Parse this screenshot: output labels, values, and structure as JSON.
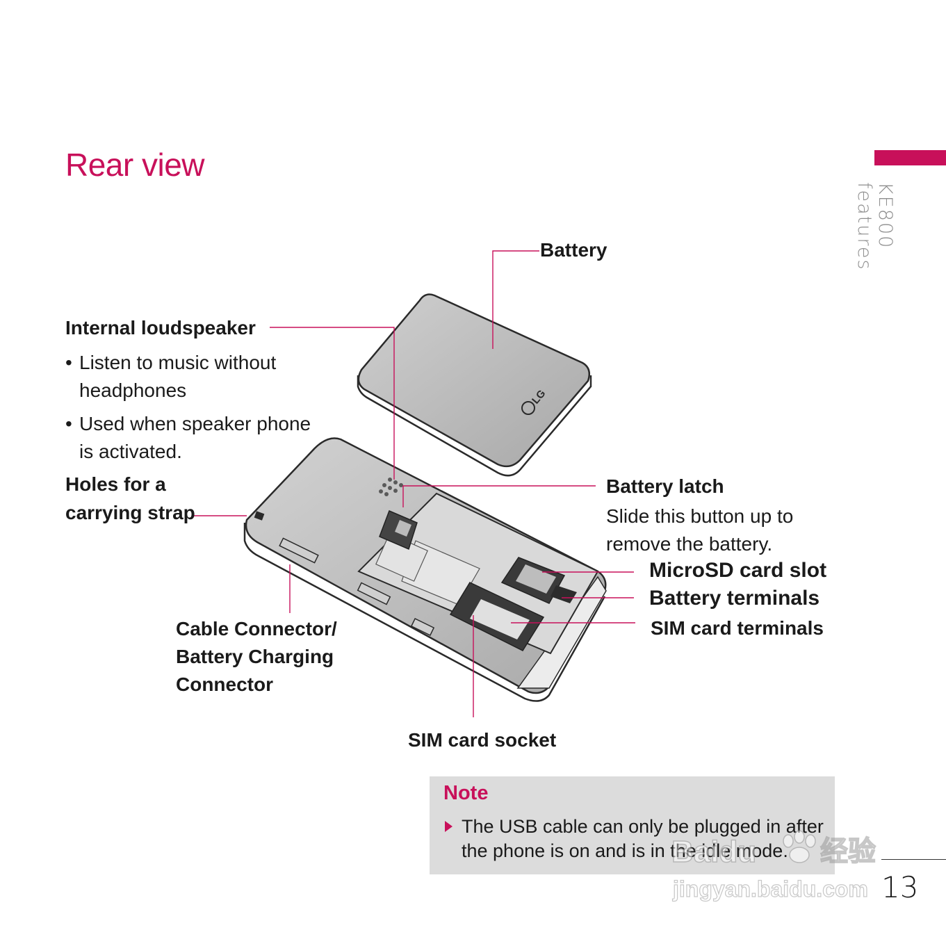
{
  "page": {
    "title": "Rear view",
    "side_tab": "KE800 features",
    "page_number": "13",
    "accent_color": "#c8105a"
  },
  "labels": {
    "battery": "Battery",
    "internal_loudspeaker": {
      "title": "Internal loudspeaker",
      "bullets": [
        "Listen to music without headphones",
        "Used when speaker phone is activated."
      ]
    },
    "holes_strap": [
      "Holes for a",
      "carrying strap"
    ],
    "battery_latch": {
      "title": "Battery latch",
      "desc": [
        "Slide this button up to",
        "remove the battery."
      ]
    },
    "microsd_slot": "MicroSD card slot",
    "battery_terminals": "Battery terminals",
    "sim_terminals": "SIM card terminals",
    "cable_connector": [
      "Cable Connector/",
      "Battery Charging",
      "Connector"
    ],
    "sim_socket": "SIM card socket",
    "battery_logo": "LG"
  },
  "note": {
    "title": "Note",
    "text": "The USB cable can only be plugged in after the phone is on and is in the idle mode."
  },
  "watermark": {
    "brand": "Baidu",
    "cn": "经验",
    "url": "jingyan.baidu.com"
  }
}
